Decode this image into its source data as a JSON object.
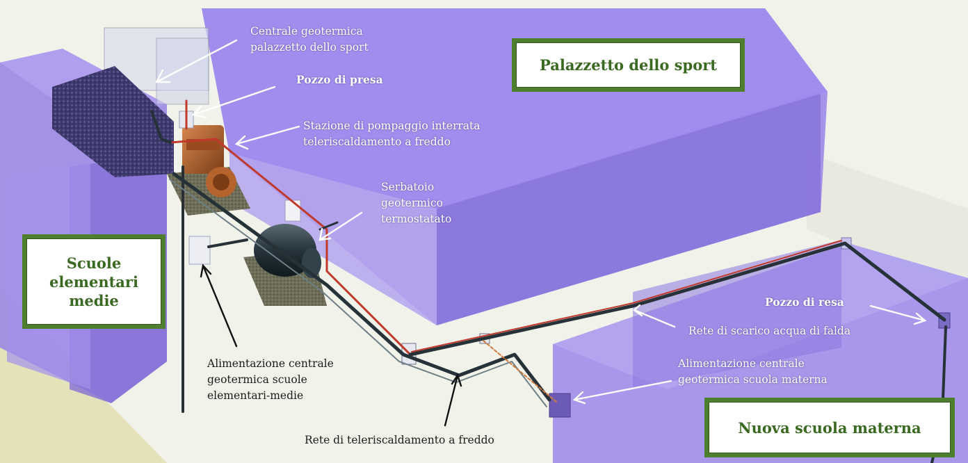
{
  "colors": {
    "building": "#9a86e8",
    "frame_green": "#4e7f2e",
    "title_green": "#3a6a22",
    "ground": "#f1f2ea",
    "pipe_red": "#c0392b",
    "pipe_dark": "#263238"
  },
  "buildings": {
    "palazzetto": "Palazzetto dello sport",
    "scuole": [
      "Scuole",
      "elementari",
      "medie"
    ],
    "materna": "Nuova scuola materna"
  },
  "labels": {
    "centrale_palazzetto": [
      "Centrale geotermica",
      "palazzetto dello sport"
    ],
    "pozzo_presa": "Pozzo di presa",
    "stazione_pompaggio": [
      "Stazione di pompaggio interrata",
      "teleriscaldamento a freddo"
    ],
    "serbatoio": [
      "Serbatoio",
      "geotermico",
      "termostatato"
    ],
    "pozzo_resa": "Pozzo di resa",
    "rete_scarico": "Rete di scarico acqua di falda",
    "alimentazione_materna": [
      "Alimentazione centrale",
      "geotermica scuola materna"
    ],
    "alimentazione_scuole": [
      "Alimentazione centrale",
      "geotermica scuole",
      "elementari-medie"
    ],
    "rete_teleriscaldamento": "Rete di teleriscaldamento a freddo"
  }
}
